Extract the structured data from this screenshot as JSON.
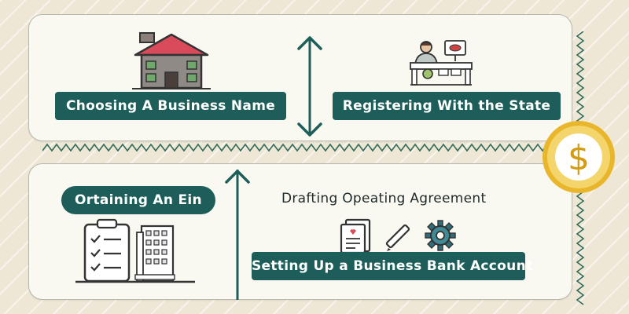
{
  "steps": {
    "choosing_name": "Choosing A Business Name",
    "registering": "Registering With the State",
    "obtaining_ein": "Ortaining An Ein",
    "drafting": "Drafting Opeating Agreement",
    "bank_account": "Setting Up a Business Bank Account"
  },
  "icons": {
    "house": "house-icon",
    "clerk": "clerk-desk-icon",
    "checklist": "clipboard-checklist-icon",
    "building": "office-building-icon",
    "document": "document-icon",
    "pen": "pen-icon",
    "gear": "gear-icon",
    "coin": "dollar-coin-icon"
  },
  "colors": {
    "accent": "#1d5e5a",
    "coin": "#e9b52a",
    "background": "#efe7d6"
  }
}
